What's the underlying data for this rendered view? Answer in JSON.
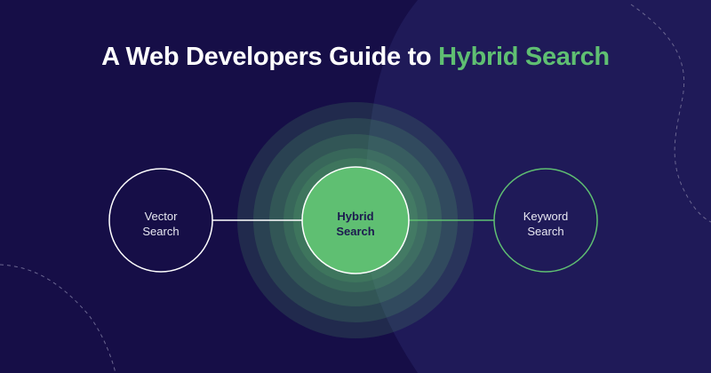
{
  "title": {
    "prefix": "A Web Developers Guide to ",
    "highlight": "Hybrid Search"
  },
  "nodes": {
    "vector": {
      "line1": "Vector",
      "line2": "Search"
    },
    "hybrid": {
      "line1": "Hybrid",
      "line2": "Search"
    },
    "keyword": {
      "line1": "Keyword",
      "line2": "Search"
    }
  },
  "colors": {
    "background": "#160e47",
    "blob": "#1f1a58",
    "accent": "#5fbf72",
    "text_dark": "#1c1a4f"
  }
}
